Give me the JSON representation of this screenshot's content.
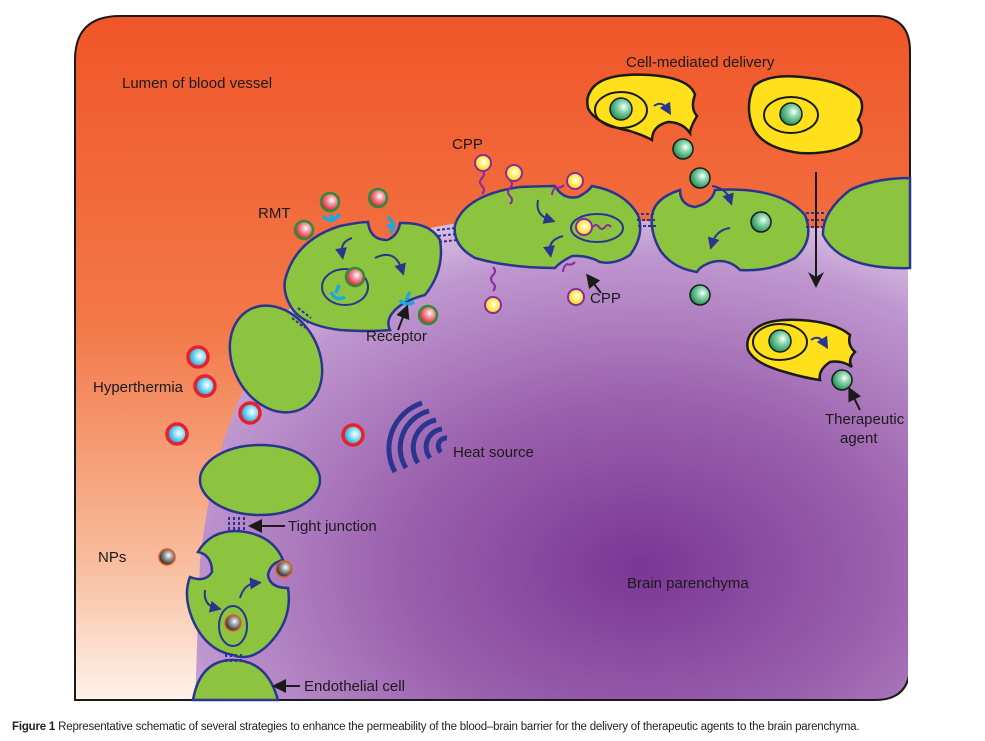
{
  "figure": {
    "regions": {
      "lumen": "Lumen of blood vessel",
      "parenchyma": "Brain parenchyma"
    },
    "strategies": {
      "rmt": "RMT",
      "receptor": "Receptor",
      "cpp_top": "CPP",
      "cpp_bottom": "CPP",
      "cell_mediated": "Cell-mediated delivery",
      "therapeutic_line1": "Therapeutic",
      "therapeutic_line2": "agent",
      "hyperthermia": "Hyperthermia",
      "heat_source": "Heat source",
      "nps": "NPs",
      "tight_junction": "Tight junction",
      "endothelial_cell": "Endothelial cell"
    },
    "colors": {
      "lumen_top": "#f05a28",
      "lumen_light": "#fde0cc",
      "parenchyma": "#7b3a96",
      "parenchyma_light": "#c9a6d6",
      "cell_green": "#8cc43f",
      "outline_navy": "#2b3590",
      "carrier_yellow": "#ffe01a",
      "rmt_ring": "#2e8b3a",
      "hyper_ring": "#e8202a",
      "cpp_ring": "#8b2a9e",
      "np_ring": "#e05a1e",
      "receptor_blue": "#1aa8e0"
    }
  },
  "caption": {
    "label": "Figure 1",
    "text": "Representative schematic of several strategies to enhance the permeability of the blood–brain barrier for the delivery of therapeutic agents to the brain parenchyma."
  }
}
